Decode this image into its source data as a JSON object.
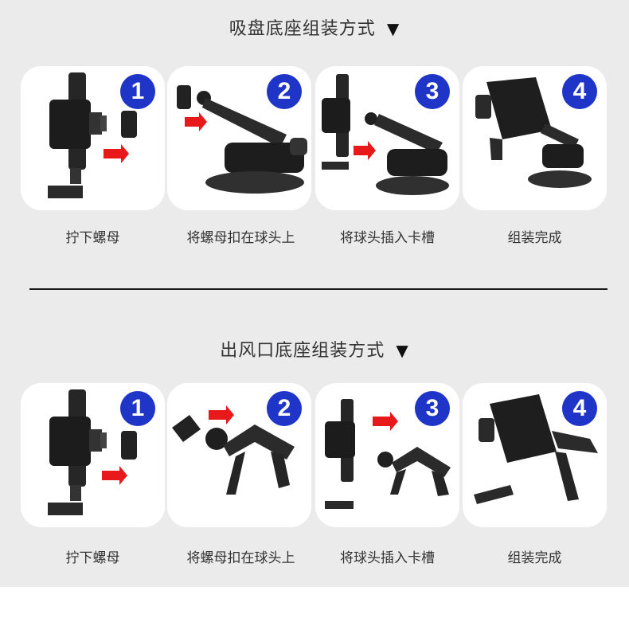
{
  "sections": [
    {
      "title": "吸盘底座组装方式",
      "steps": [
        {
          "number": "1",
          "caption": "拧下螺母"
        },
        {
          "number": "2",
          "caption": "将螺母扣在球头上"
        },
        {
          "number": "3",
          "caption": "将球头插入卡槽"
        },
        {
          "number": "4",
          "caption": "组装完成"
        }
      ]
    },
    {
      "title": "出风口底座组装方式",
      "steps": [
        {
          "number": "1",
          "caption": "拧下螺母"
        },
        {
          "number": "2",
          "caption": "将螺母扣在球头上"
        },
        {
          "number": "3",
          "caption": "将球头插入卡槽"
        },
        {
          "number": "4",
          "caption": "组装完成"
        }
      ]
    }
  ],
  "arrow_color": "#e8191a",
  "badge_color": "#1f35c8",
  "title_marker": "▼"
}
